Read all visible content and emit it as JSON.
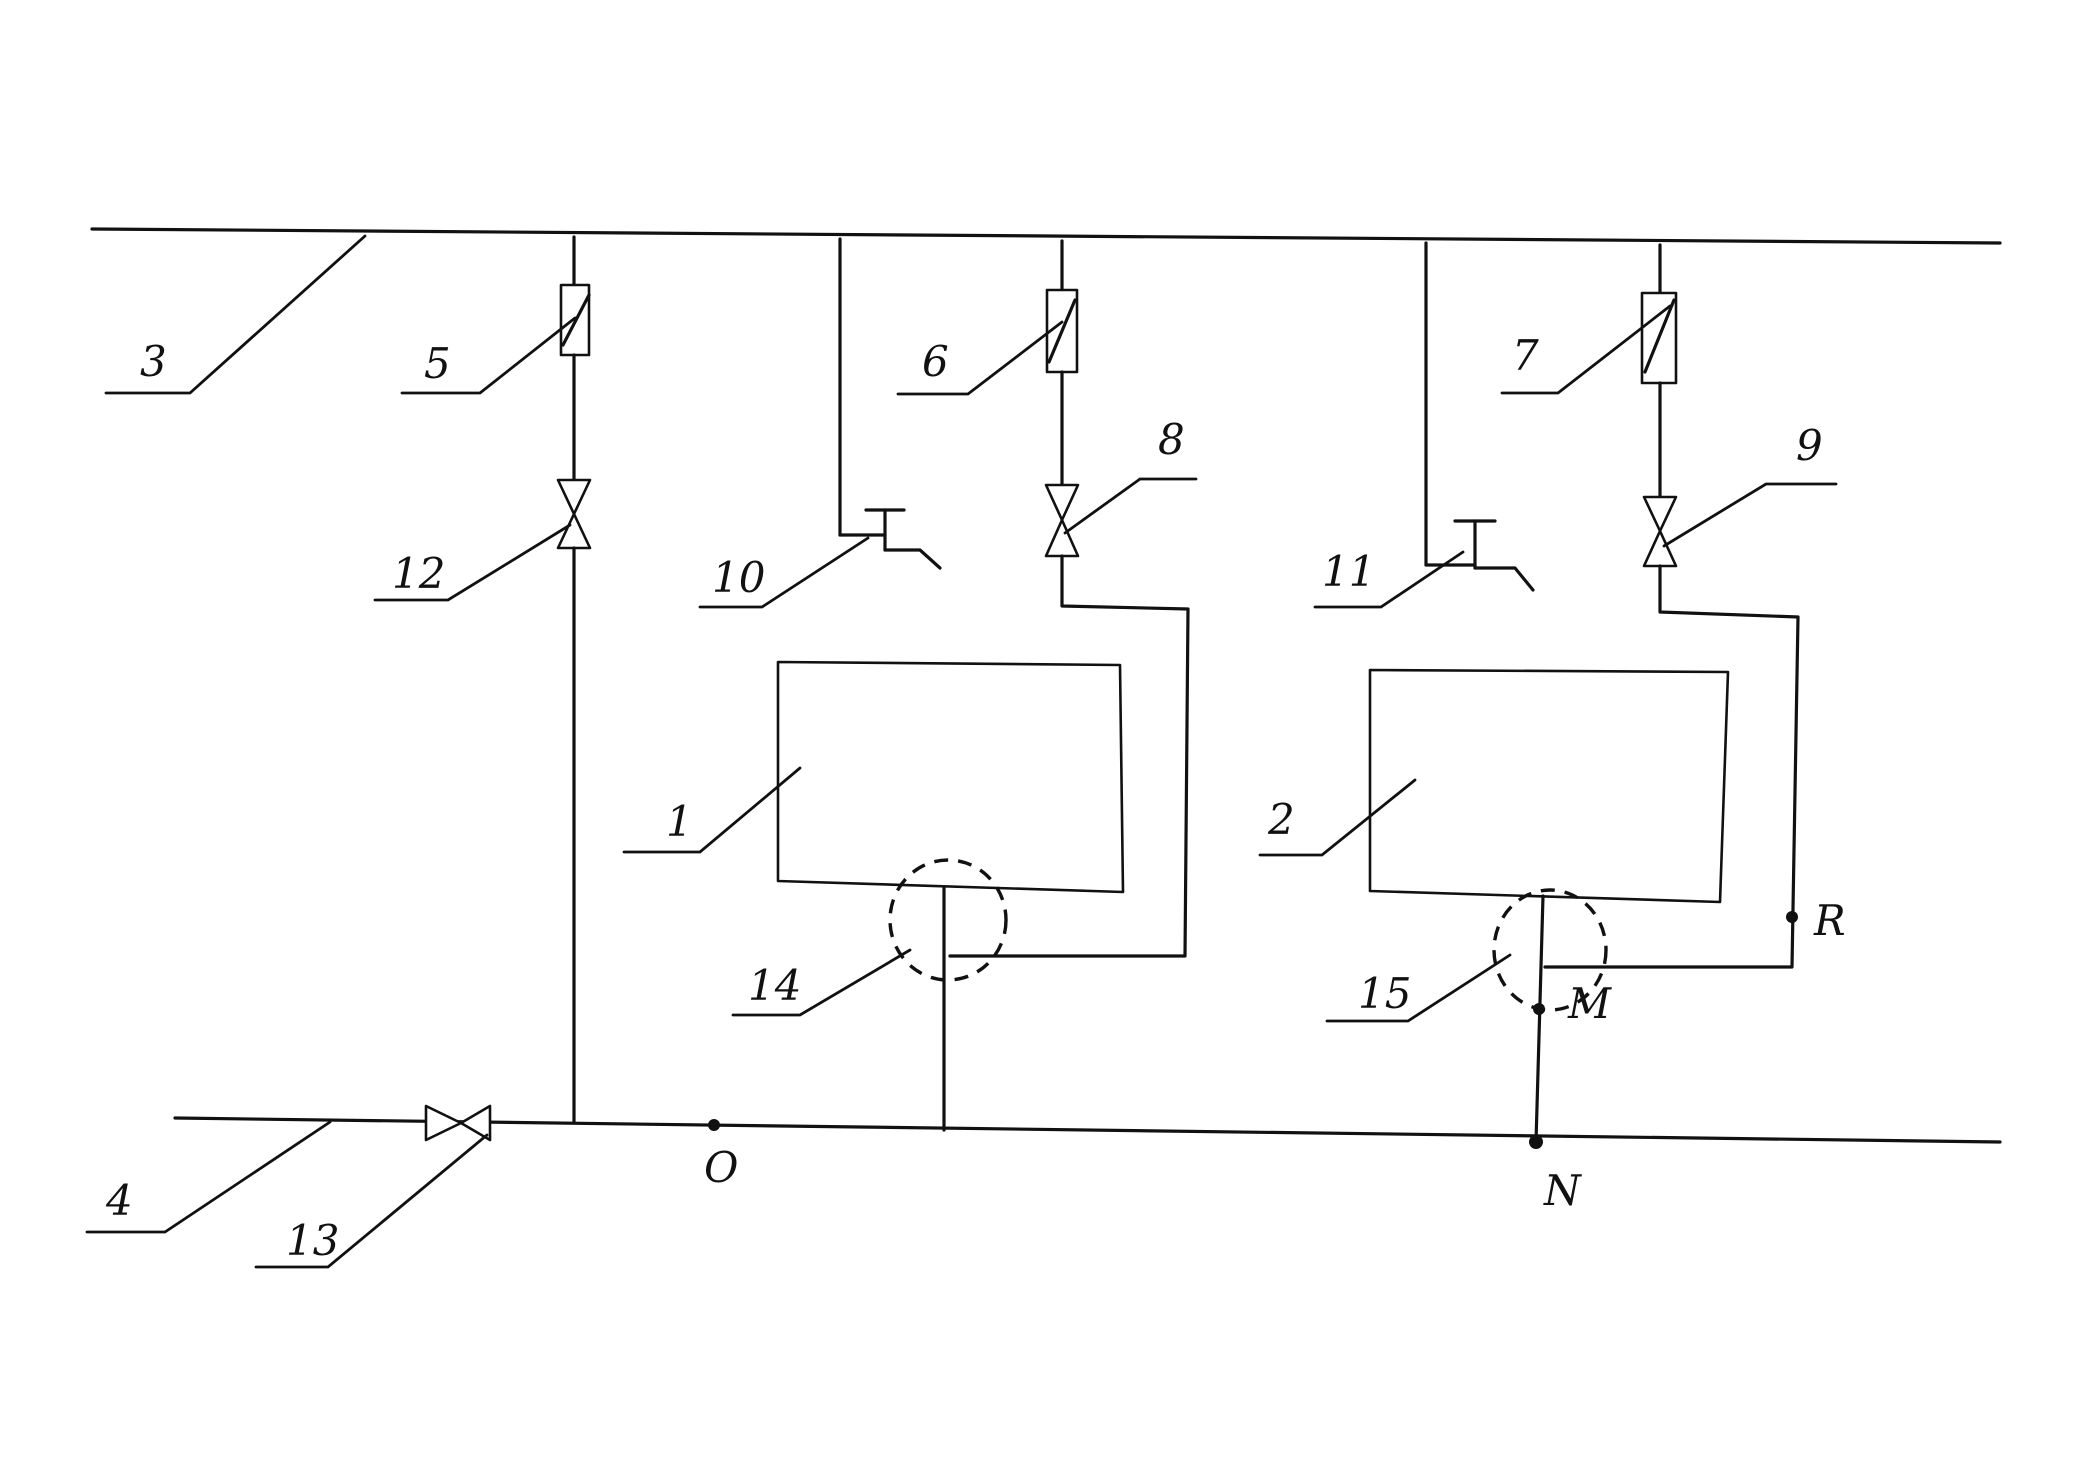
{
  "diagram": {
    "labels": {
      "l1": "1",
      "l2": "2",
      "l3": "3",
      "l4": "4",
      "l5": "5",
      "l6": "6",
      "l7": "7",
      "l8": "8",
      "l9": "9",
      "l10": "10",
      "l11": "11",
      "l12": "12",
      "l13": "13",
      "l14": "14",
      "l15": "15"
    },
    "points": {
      "O": "O",
      "N": "N",
      "M": "M",
      "R": "R"
    }
  }
}
